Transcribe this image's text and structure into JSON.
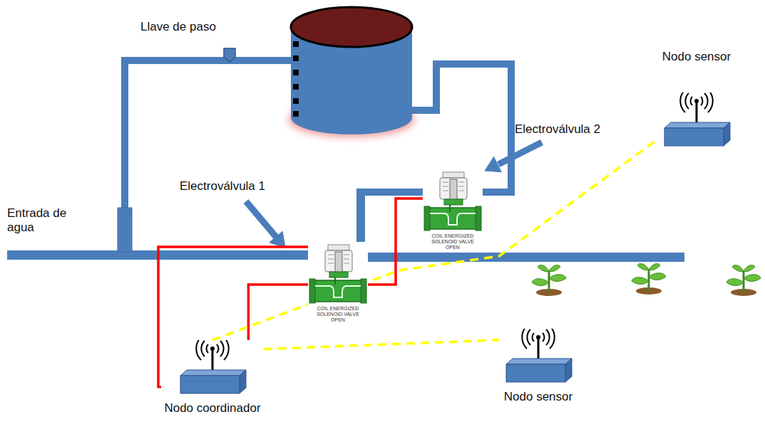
{
  "diagram": {
    "nodes": [
      {
        "text": [
          "Nodo sensor"
        ]
      },
      {
        "text": [
          "COIL ENERGIZED SOLENOID VALVE OPEN"
        ]
      },
      {
        "text": [
          "COIL ENERGIZED SOLENOID VALVE OPEN"
        ]
      },
      {
        "text": [
          "Nodo coordinador"
        ]
      },
      {
        "text": [
          "Nodo sensor"
        ]
      }
    ],
    "edges": [
      {
        "from": 3,
        "to": 2,
        "arrow": "none"
      },
      {
        "from": 3,
        "to": 1,
        "arrow": "none"
      },
      {
        "from": 3,
        "to": 0,
        "arrow": "none"
      },
      {
        "from": 3,
        "to": 4,
        "arrow": "none"
      }
    ],
    "labels": [
      "Llave de paso",
      "Electroválvula 2",
      "Electroválvula 1",
      "Entrada de agua"
    ]
  }
}
